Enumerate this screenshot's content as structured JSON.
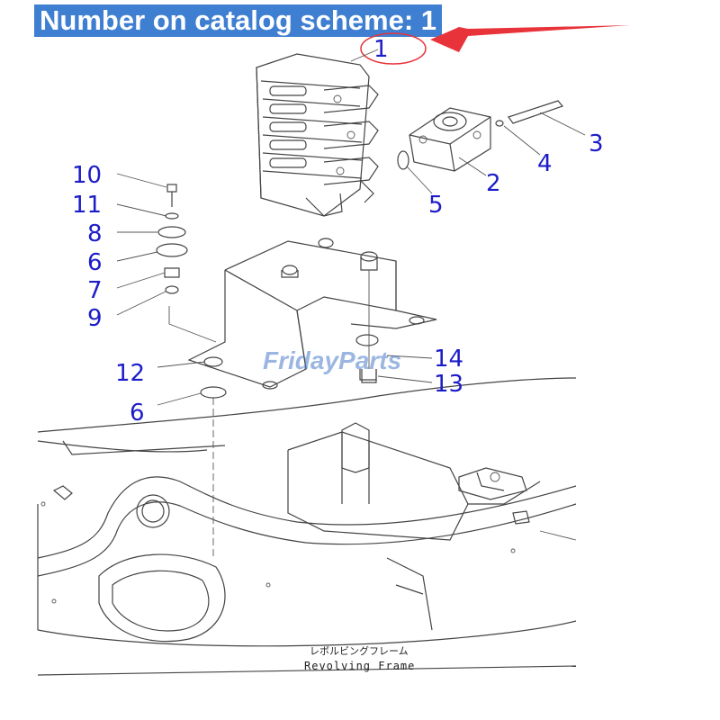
{
  "title": "Number on catalog scheme: 1",
  "colors": {
    "title_bg": "#3f7fd1",
    "callout": "#1c1cc8",
    "arrow": "#e8333a",
    "watermark": "#4a7ec9"
  },
  "callouts": [
    {
      "id": "c1",
      "label": "1"
    },
    {
      "id": "c2",
      "label": "2"
    },
    {
      "id": "c3",
      "label": "3"
    },
    {
      "id": "c4",
      "label": "4"
    },
    {
      "id": "c5",
      "label": "5"
    },
    {
      "id": "c10",
      "label": "10"
    },
    {
      "id": "c11",
      "label": "11"
    },
    {
      "id": "c8",
      "label": "8"
    },
    {
      "id": "c6a",
      "label": "6"
    },
    {
      "id": "c7",
      "label": "7"
    },
    {
      "id": "c9",
      "label": "9"
    },
    {
      "id": "c12",
      "label": "12"
    },
    {
      "id": "c6b",
      "label": "6"
    },
    {
      "id": "c14",
      "label": "14"
    },
    {
      "id": "c13",
      "label": "13"
    }
  ],
  "watermark": "FridayParts",
  "frame_label_jp": "レボルビングフレーム",
  "frame_label_en": "Revolving Frame"
}
